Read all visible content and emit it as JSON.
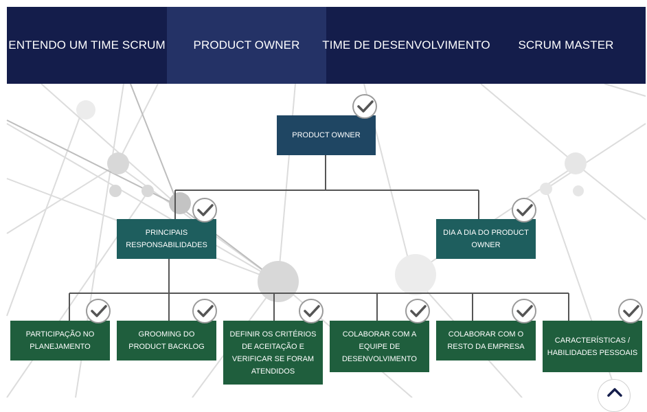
{
  "tabs": [
    {
      "label": "ENTENDO UM TIME SCRUM",
      "active": false
    },
    {
      "label": "PRODUCT OWNER",
      "active": true
    },
    {
      "label": "TIME DE DESENVOLVIMENTO",
      "active": false
    },
    {
      "label": "SCRUM MASTER",
      "active": false
    }
  ],
  "tree": {
    "root": {
      "label": "PRODUCT OWNER"
    },
    "level1": [
      {
        "label": "PRINCIPAIS RESPONSABILIDADES"
      },
      {
        "label": "DIA A DIA DO PRODUCT OWNER"
      }
    ],
    "level2": [
      {
        "label": "PARTICIPAÇÃO NO PLANEJAMENTO"
      },
      {
        "label": "GROOMING DO PRODUCT BACKLOG"
      },
      {
        "label": "DEFINIR OS CRITÉRIOS DE ACEITAÇÃO E VERIFICAR SE FORAM ATENDIDOS"
      },
      {
        "label": "COLABORAR COM A EQUIPE DE DESENVOLVIMENTO"
      },
      {
        "label": "COLABORAR COM O RESTO DA EMPRESA"
      },
      {
        "label": "CARACTERÍSTICAS / HABILIDADES PESSOAIS"
      }
    ]
  },
  "icons": {
    "completed": "check-icon",
    "scroll_top": "chevron-up-icon"
  },
  "colors": {
    "nav_bg": "#141d4b",
    "nav_active": "#243266",
    "root_node": "#1f4663",
    "mid_node": "#1e5e5e",
    "leaf_node": "#1f5e3d",
    "check_stroke": "#555555"
  }
}
